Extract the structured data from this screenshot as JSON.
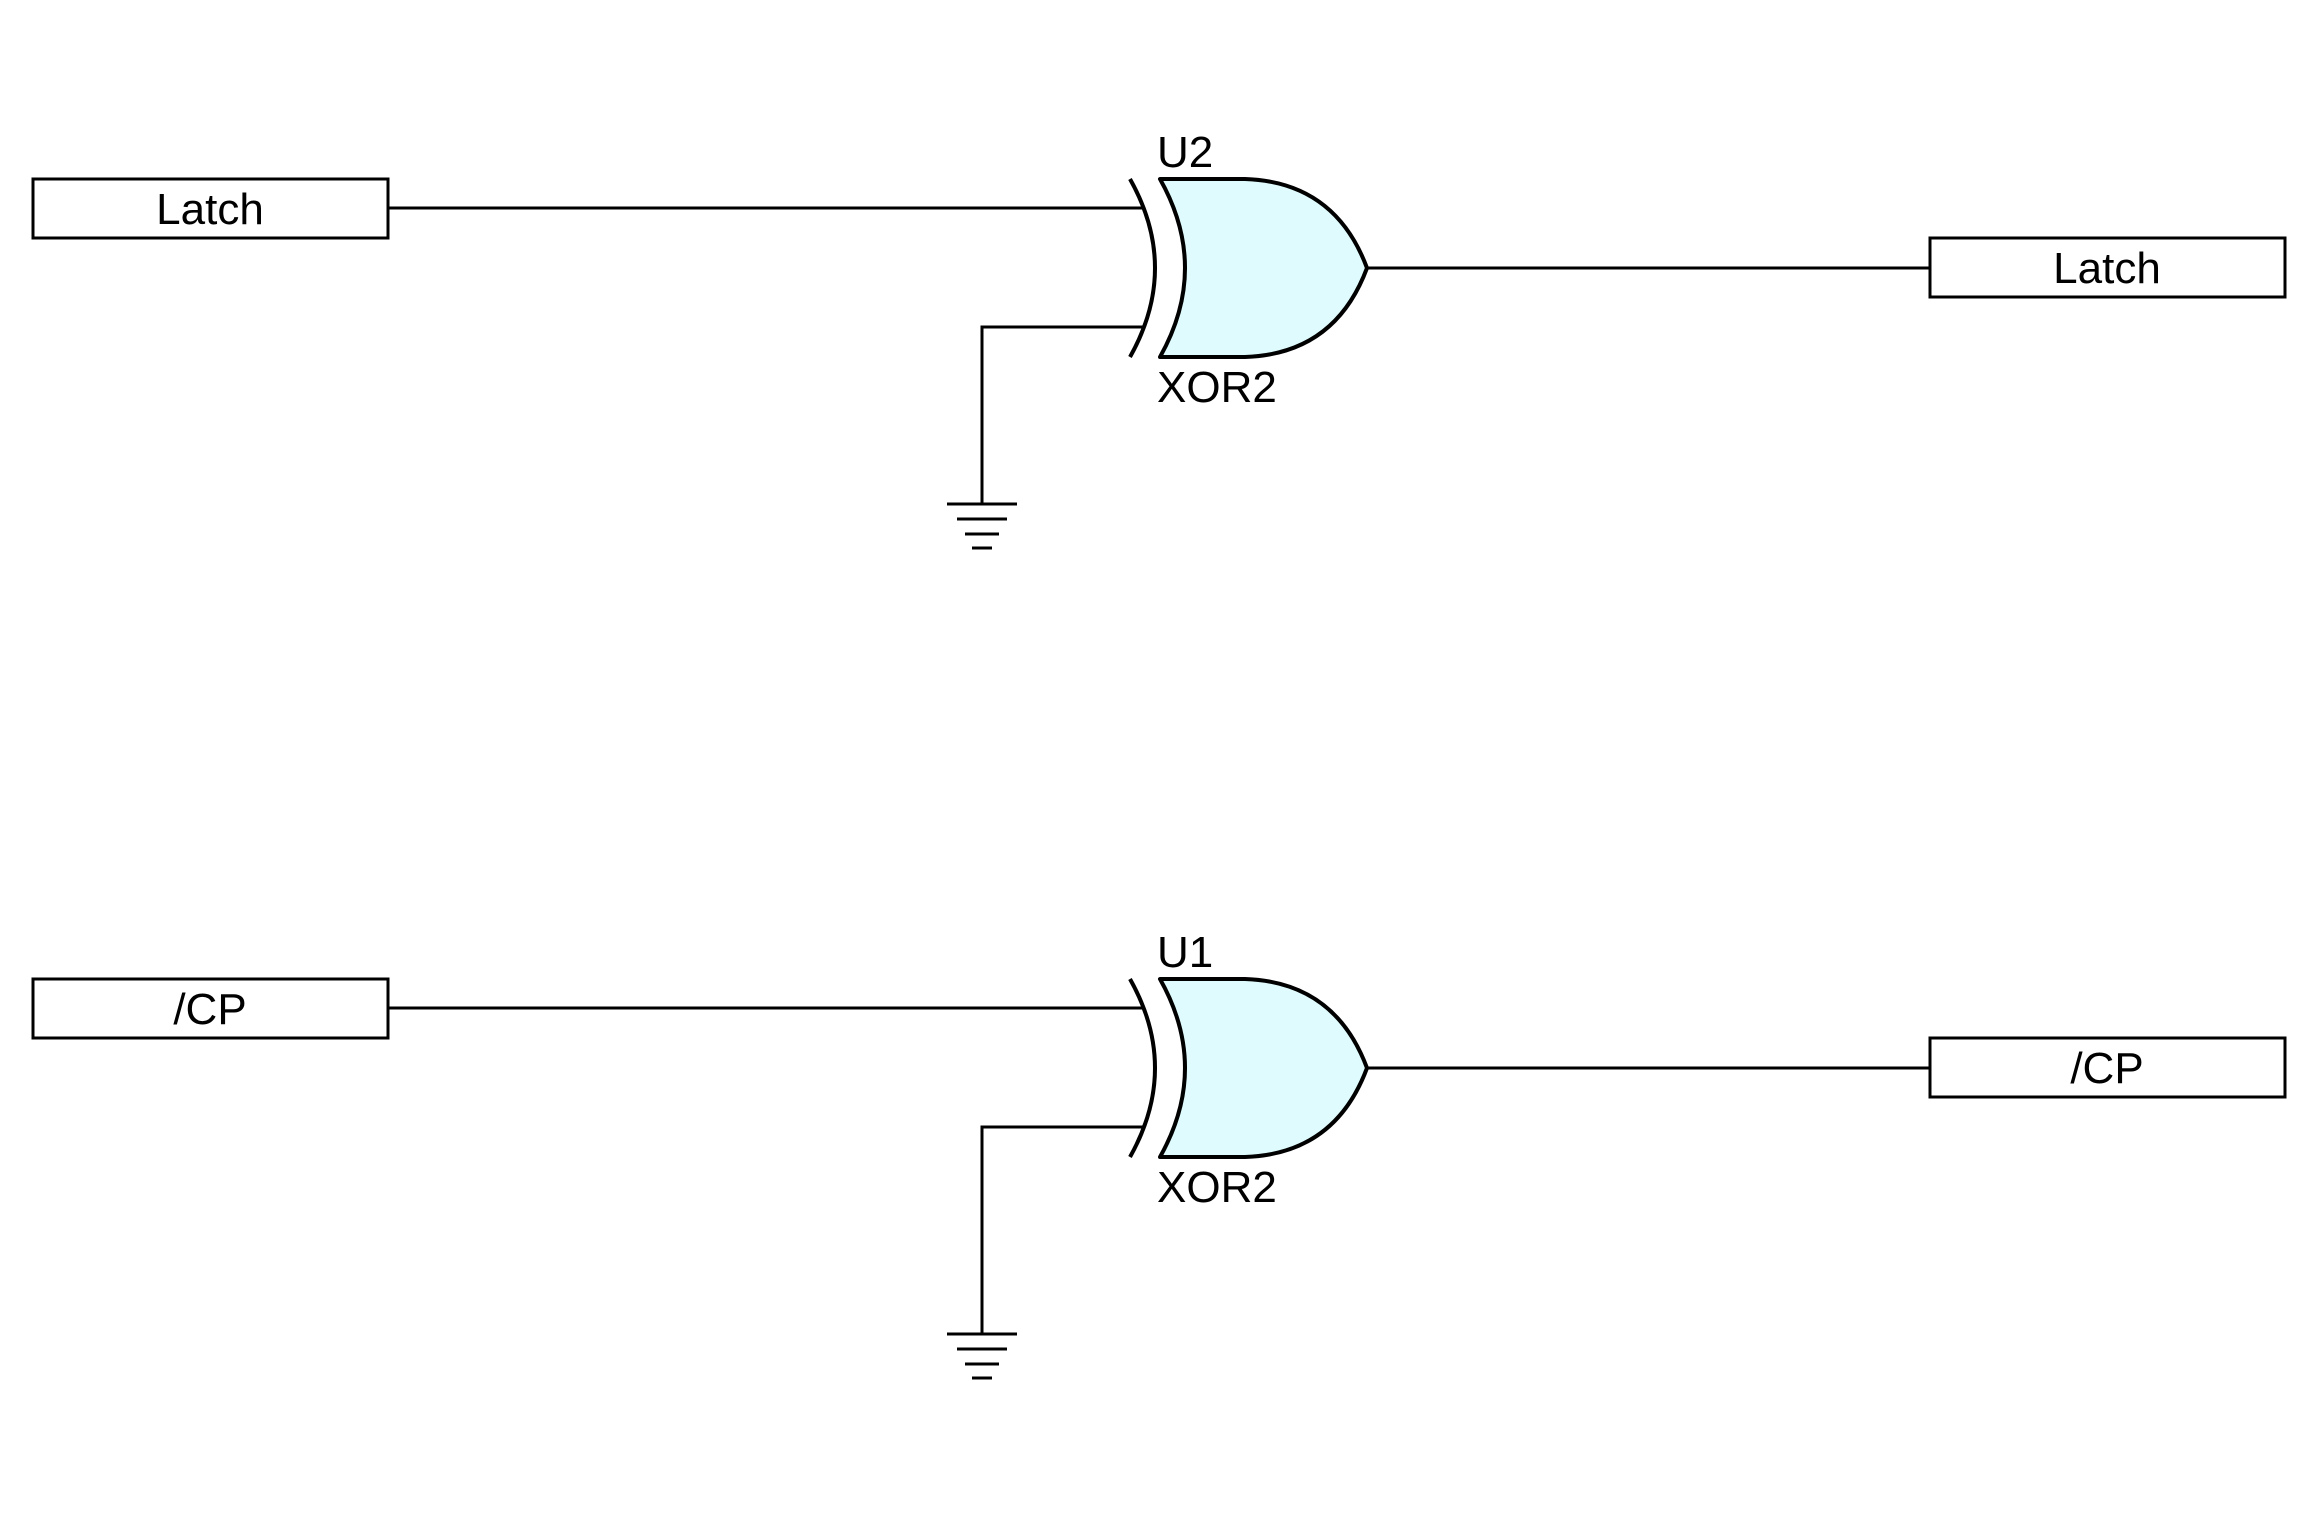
{
  "colors": {
    "gate_fill": "#dffbfd",
    "line": "#000000",
    "background": "#ffffff"
  },
  "circuits": [
    {
      "input_port": "Latch",
      "output_port": "Latch",
      "ref": "U2",
      "part": "XOR2",
      "second_input": "ground"
    },
    {
      "input_port": "/CP",
      "output_port": "/CP",
      "ref": "U1",
      "part": "XOR2",
      "second_input": "ground"
    }
  ]
}
